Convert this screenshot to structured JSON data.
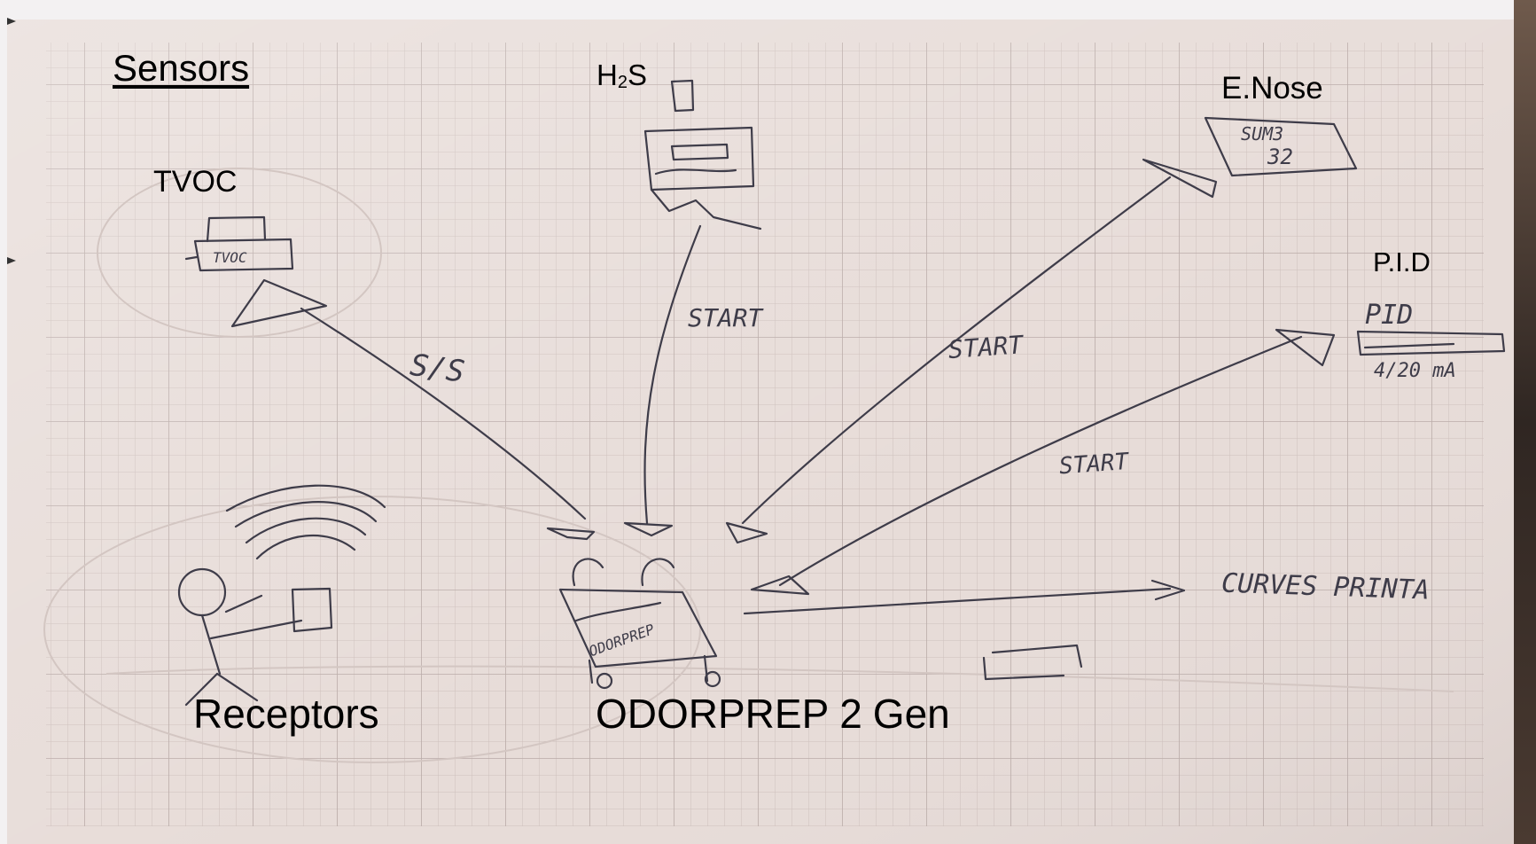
{
  "diagram": {
    "heading": "Sensors",
    "sensors": {
      "tvoc": "TVOC",
      "h2s_prefix": "H",
      "h2s_subscript": "2",
      "h2s_suffix": "S",
      "enose": "E.Nose",
      "pid": "P.I.D"
    },
    "receptors": "Receptors",
    "odorprep_name": "ODORPREP 2",
    "odorprep_suffix": "Gen",
    "handwritten": {
      "tvoc_link": "S/S",
      "h2s_link": "START",
      "enose_link": "START",
      "pid_link": "START",
      "output": "CURVES PRINTA",
      "enose_box_line1": "SUM3",
      "enose_box_line2": "32",
      "pid_box_title": "PID",
      "pid_box_range": "4/20 mA",
      "tvoc_box": "TVOC"
    }
  },
  "colors": {
    "paper": "#e7dcd8",
    "grid_minor": "#cdbfbb",
    "grid_major": "#bfb0ad",
    "pencil": "#3e3c49",
    "frame": "#f3f1f2"
  }
}
